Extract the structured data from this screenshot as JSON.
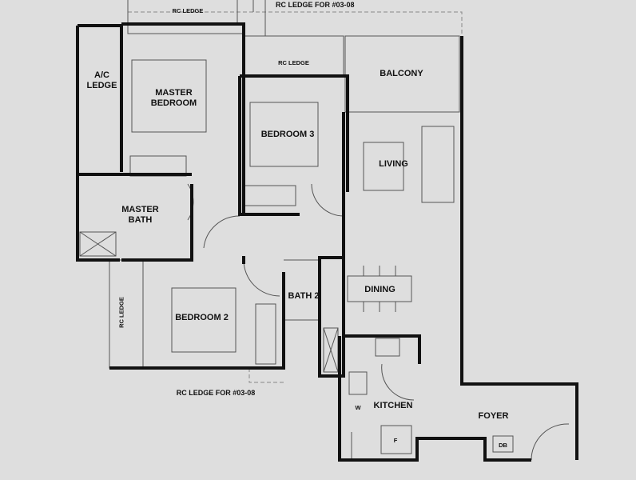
{
  "rooms": {
    "ac_ledge": "A/C\nLEDGE",
    "master_bedroom": "MASTER\nBEDROOM",
    "master_bath": "MASTER\nBATH",
    "bedroom3": "BEDROOM 3",
    "balcony": "BALCONY",
    "living": "LIVING",
    "dining": "DINING",
    "bath2": "BATH 2",
    "bedroom2": "BEDROOM 2",
    "kitchen": "KITCHEN",
    "foyer": "FOYER"
  },
  "ledges": {
    "rc_ledge_top": "RC LEDGE",
    "rc_ledge_top_unit": "RC LEDGE FOR #03-08",
    "rc_ledge_middle": "RC LEDGE",
    "rc_ledge_side": "RC LEDGE",
    "rc_ledge_bottom_unit": "RC LEDGE FOR #03-08"
  },
  "fixtures": {
    "washer": "W",
    "fridge": "F",
    "db": "DB"
  },
  "colors": {
    "background": "#dedede",
    "walls": "#111111"
  }
}
